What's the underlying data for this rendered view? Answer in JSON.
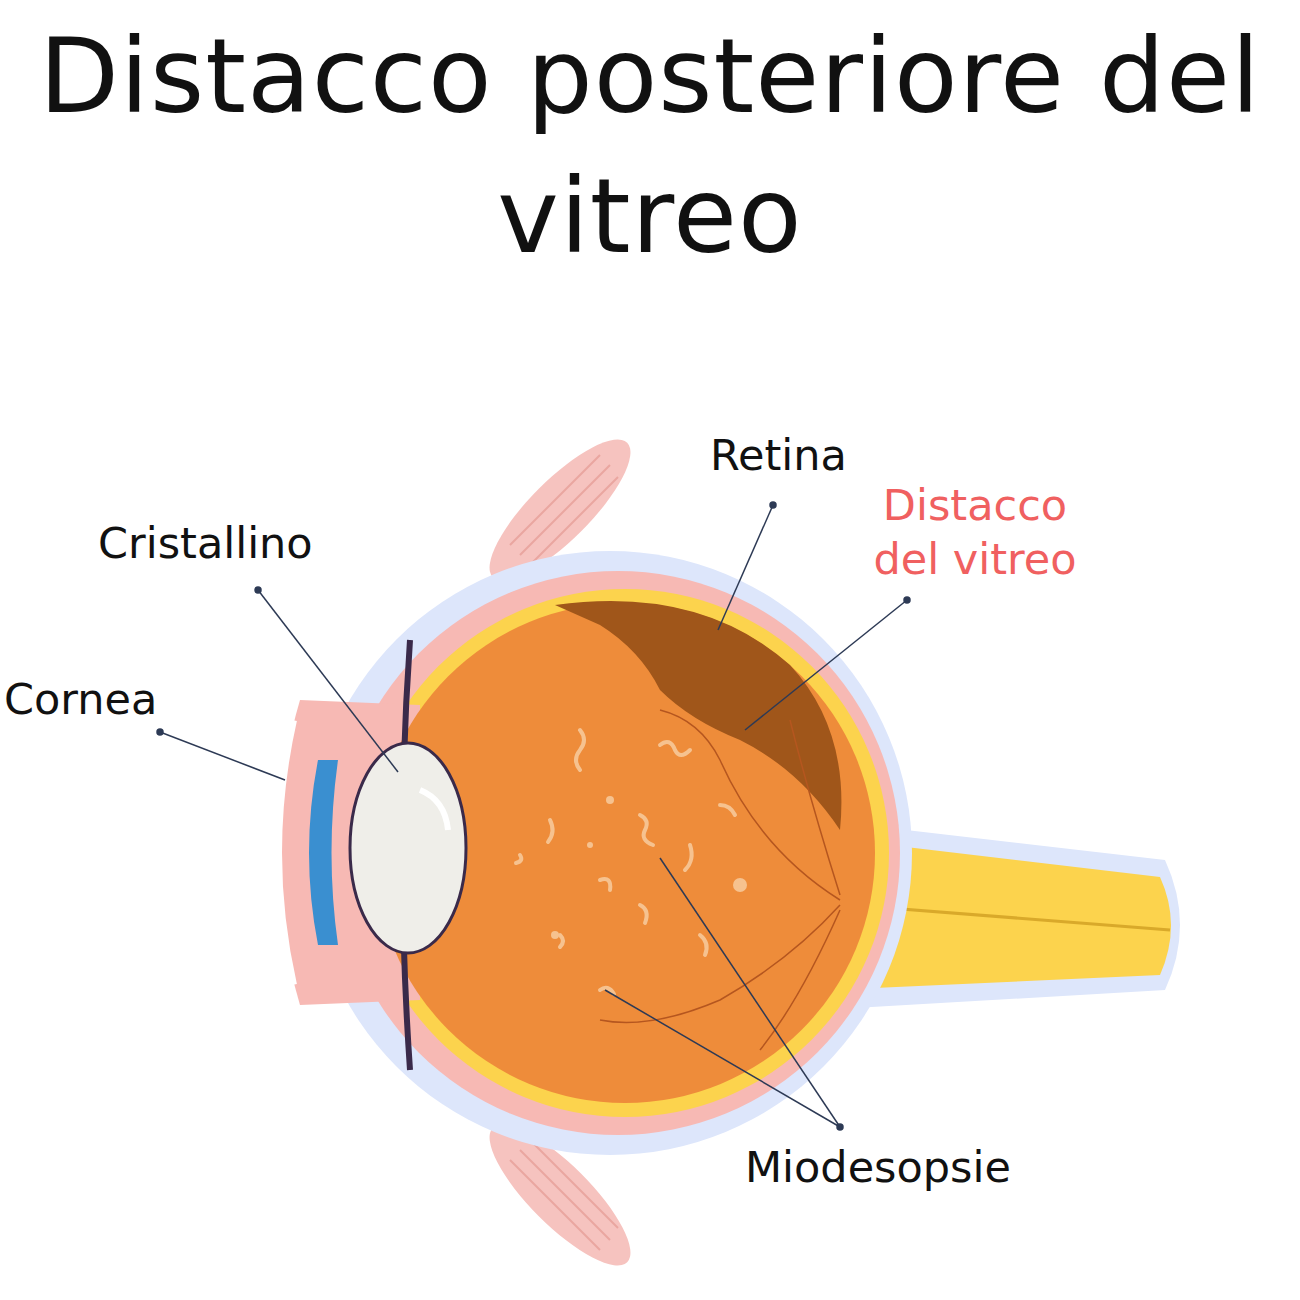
{
  "diagram": {
    "title": "Distacco posteriore del vitreo",
    "labels": [
      "Retina",
      "Distacco del vitreo",
      "Cristallino",
      "Cornea",
      "Miodesopsie"
    ]
  }
}
